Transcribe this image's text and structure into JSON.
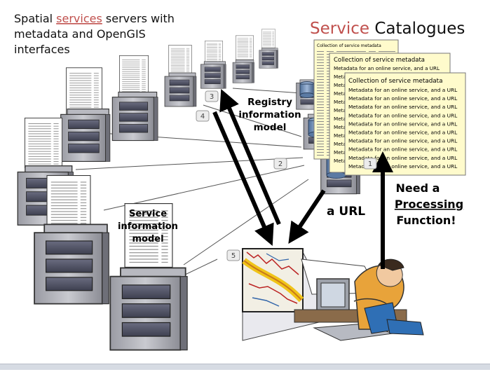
{
  "slide": {
    "heading": {
      "prefix": "Spatial ",
      "link": "services",
      "line1_rest": " servers with",
      "line2": "metadata and OpenGIS",
      "line3": "interfaces"
    },
    "title": {
      "service": "Service",
      "catalogues": "Catalogues"
    },
    "catalogue_docs": {
      "header": "Collection of service metadata",
      "row_text": "Metadata for an online service, and a URL"
    },
    "registry_label": {
      "line1": "Registry",
      "line2": "information",
      "line3": "model"
    },
    "service_info_label": {
      "line1": "Service",
      "line2": "information",
      "line3": "model"
    },
    "url_label": "a URL",
    "need_label": {
      "line1": "Need a",
      "line2": "Processing",
      "line3": "Function!"
    },
    "step_markers": [
      "1",
      "2",
      "3",
      "4",
      "5"
    ]
  },
  "colors": {
    "accent_red": "#c0504d",
    "note_yellow": "#fffbcc",
    "server_gray": "#7f8088",
    "server_dark": "#4a4c58",
    "arrow_black": "#000000"
  }
}
